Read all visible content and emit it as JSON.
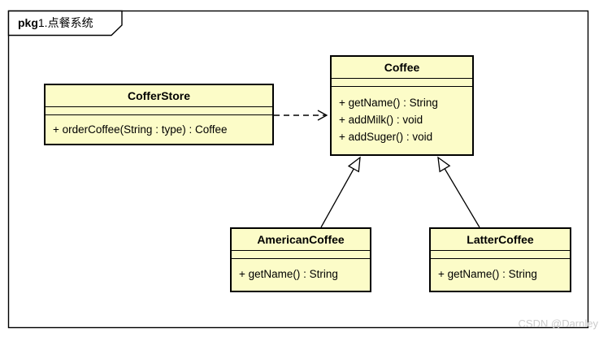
{
  "package": {
    "keyword": "pkg",
    "name": "1.点餐系统"
  },
  "classes": [
    {
      "name": "CofferStore",
      "attributes": [],
      "methods": [
        "+ orderCoffee(String : type) : Coffee"
      ]
    },
    {
      "name": "Coffee",
      "attributes": [],
      "methods": [
        "+ getName() : String",
        "+ addMilk() : void",
        "+ addSuger() : void"
      ]
    },
    {
      "name": "AmericanCoffee",
      "attributes": [],
      "methods": [
        "+ getName() : String"
      ]
    },
    {
      "name": "LatterCoffee",
      "attributes": [],
      "methods": [
        "+ getName() : String"
      ]
    }
  ],
  "relations": [
    {
      "type": "dependency",
      "from": "CofferStore",
      "to": "Coffee",
      "line": "dashed",
      "arrowhead": "open"
    },
    {
      "type": "generalization",
      "from": "AmericanCoffee",
      "to": "Coffee",
      "line": "solid",
      "arrowhead": "hollow-triangle"
    },
    {
      "type": "generalization",
      "from": "LatterCoffee",
      "to": "Coffee",
      "line": "solid",
      "arrowhead": "hollow-triangle"
    }
  ],
  "colors": {
    "class_fill": "#FCFCC8",
    "line": "#000000",
    "background": "#FFFFFF",
    "watermark_text": "#CBCBCB"
  },
  "watermark": {
    "text": "CSDN @Darnley"
  }
}
